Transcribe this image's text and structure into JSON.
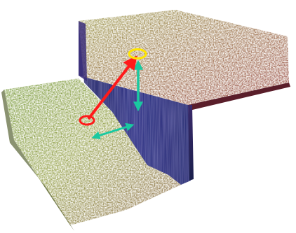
{
  "colors": {
    "background": "#ffffff",
    "lower_terrace_left": "#6f8a1e",
    "lower_terrace_right": "#7a4a2a",
    "lower_terrace_highlight": "#a9b43a",
    "upper_terrace_left": "#8a8a2a",
    "upper_terrace_right": "#8b2a2a",
    "upper_terrace_highlight": "#c08a4a",
    "step_wall": "#2a2f86",
    "step_wall_dark": "#1a1f5c",
    "slip_vector": "#ff1a1a",
    "vertical_component": "#19c9a0",
    "horizontal_component": "#19c9a0",
    "start_marker": "#ff1a1a",
    "end_marker": "#ffe600"
  },
  "icons": {
    "start_marker": "red-ellipse-marker",
    "end_marker": "yellow-ellipse-marker",
    "slip_arrow": "red-arrow",
    "vertical_arrow": "teal-double-arrow",
    "horizontal_arrow": "teal-double-arrow"
  }
}
